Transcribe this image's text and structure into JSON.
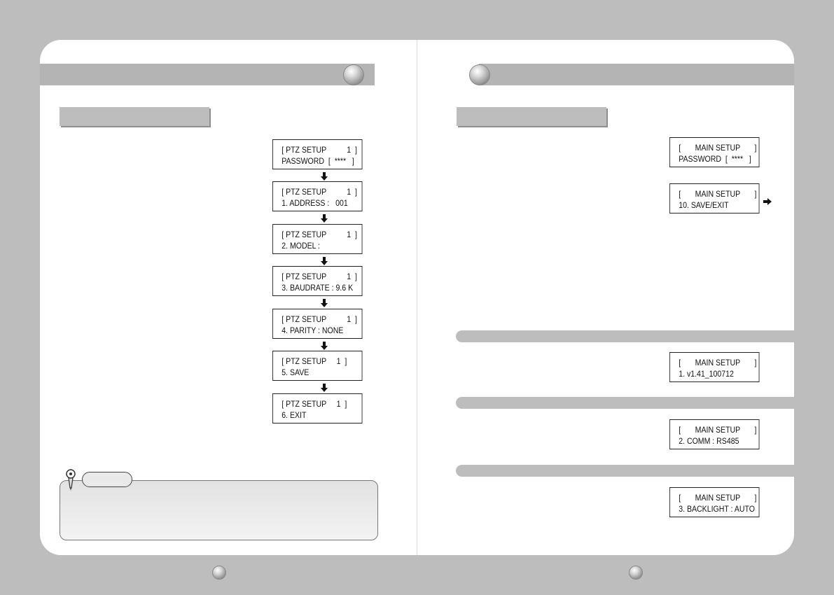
{
  "ptz_setup_screens": [
    {
      "line1": "[ PTZ SETUP          1  ]",
      "line2": "PASSWORD  [  ****   ]"
    },
    {
      "line1": "[ PTZ SETUP          1  ]",
      "line2": "1. ADDRESS :   001"
    },
    {
      "line1": "[ PTZ SETUP          1  ]",
      "line2": "2. MODEL :"
    },
    {
      "line1": "[ PTZ SETUP          1  ]",
      "line2": "3. BAUDRATE : 9.6 K"
    },
    {
      "line1": "[ PTZ SETUP          1  ]",
      "line2": "4. PARITY : NONE"
    },
    {
      "line1": "[ PTZ SETUP     1  ]",
      "line2": "5. SAVE"
    },
    {
      "line1": "[ PTZ SETUP     1  ]",
      "line2": "6. EXIT"
    }
  ],
  "main_setup_screens": [
    {
      "line1": "[       MAIN SETUP       ]",
      "line2": "PASSWORD  [  ****   ]"
    },
    {
      "line1": "[       MAIN SETUP       ]",
      "line2": "10. SAVE/EXIT"
    }
  ],
  "info_screens": [
    {
      "line1": "[       MAIN SETUP       ]",
      "line2": "1. v1.41_100712"
    },
    {
      "line1": "[       MAIN SETUP       ]",
      "line2": "2. COMM : RS485"
    },
    {
      "line1": "[       MAIN SETUP       ]",
      "line2": "3. BACKLIGHT : AUTO"
    }
  ],
  "icons": {
    "down_arrow": "down-arrow-icon",
    "right_arrow": "right-arrow-icon",
    "note": "note-pencil-icon"
  },
  "colors": {
    "background": "#bdbdbd",
    "page": "#ffffff",
    "bar": "#b4b4b4",
    "lcd_border": "#222222"
  }
}
